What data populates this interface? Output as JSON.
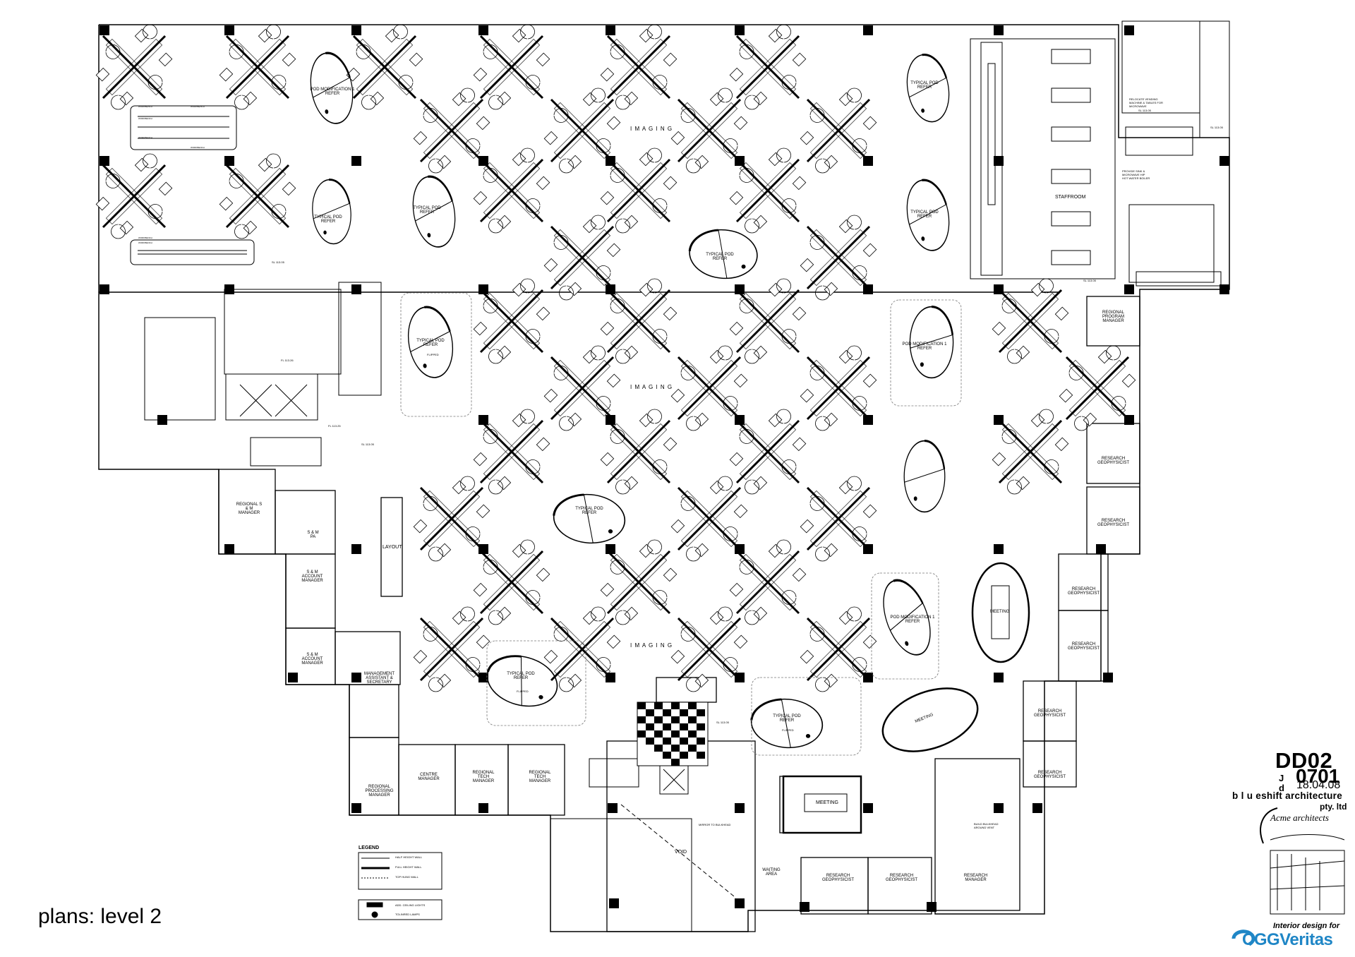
{
  "caption": "plans: level 2",
  "title_block": {
    "drawing_no": "DD02",
    "sheet_no": "0701",
    "j_label": "J",
    "d_label": "d",
    "date": "18.04.08",
    "firm": "b l u eshift architecture",
    "firm_suffix": "pty. ltd",
    "co_firm": "Acme architects",
    "interior_for": "Interior design for",
    "client": "CGGVeritas",
    "client_color": "#1f86c6"
  },
  "zones": {
    "imaging_1": "I M A G I N G",
    "imaging_2": "I M A G I N G",
    "imaging_3": "I M A G I N G",
    "layout": "LAYOUT",
    "staffroom": "STAFFROOM",
    "void": "VOID",
    "waiting_area": "WAITING AREA",
    "meeting_1": "MEETING",
    "meeting_2": "MEETING",
    "meeting_3": "MEETING"
  },
  "pods": {
    "pod_mod_1": "POD MODIFICATION 1 REFER",
    "pod_mod_2": "POD MODIFICATION 1 REFER",
    "pod_mod_3": "POD MODIFICATION 1 REFER",
    "typical_1": "TYPICAL POD REFER",
    "typical_2": "TYPICAL POD REFER",
    "typical_3": "TYPICAL POD REFER",
    "typical_4": "TYPICAL POD REFER",
    "typical_5": "TYPICAL POD REFER",
    "typical_6": "TYPICAL POD REFER",
    "typical_7": "TYPICAL POD REFER",
    "typical_8": "TYPICAL POD REFER",
    "typical_9": "TYPICAL POD REFER",
    "flipped_1": "FLIPPED",
    "flipped_2": "FLIPPED",
    "flipped_3": "FLIPPED"
  },
  "offices": {
    "regional_sm_manager": "REGIONAL S & M MANAGER",
    "sm_pa": "S & M PA",
    "sm_account_manager_1": "S & M ACCOUNT MANAGER",
    "sm_account_manager_2": "S & M ACCOUNT MANAGER",
    "management_assistant": "MANAGEMENT ASSISTANT & SECRETARY",
    "regional_processing_manager": "REGIONAL PROCESSING MANAGER",
    "centre_manager": "CENTRE MANAGER",
    "regional_tech_manager_1": "REGIONAL TECH MANAGER",
    "regional_tech_manager_2": "REGIONAL TECH MANAGER",
    "regional_program_manager": "REGIONAL PROGRAM MANAGER",
    "research_geophysicist_1": "RESEARCH GEOPHYSICIST",
    "research_geophysicist_2": "RESEARCH GEOPHYSICIST",
    "research_geophysicist_3": "RESEARCH GEOPHYSICIST",
    "research_geophysicist_4": "RESEARCH GEOPHYSICIST",
    "research_geophysicist_5": "RESEARCH GEOPHYSICIST",
    "research_geophysicist_6": "RESEARCH GEOPHYSICIST",
    "research_geophysicist_7": "RESEARCH GEOPHYSICIST",
    "research_geophysicist_8": "RESEARCH GEOPHYSICIST",
    "research_manager": "RESEARCH MANAGER"
  },
  "notes": {
    "workbench_1": "WORKBENCH",
    "workbench_2": "WORKBENCH",
    "workbench_3": "WORKBENCH",
    "workbench_4": "WORKBENCH",
    "workbench_5": "WORKBENCH",
    "workbench_6": "WORKBENCH",
    "workbench_7": "WORKBENCH",
    "relocate_vending": "RELOCATE VENDING MACHINE & TABLES FOR MICROWAVE",
    "provide_sink": "PROVIDE SINK & MICROWAVE HIP HOT WATER BOILER",
    "mirror_bulkhead": "MIRROR TO BULKHEAD",
    "build_bulkhead": "BUILD BULKHEAD AROUND VENT",
    "sl_1": "SL 113.05",
    "sl_2": "FL 113.26",
    "sl_3": "FL 113.25",
    "sl_4": "SL 113.05",
    "sl_5": "SL 113.05",
    "sl_6": "SL 113.05",
    "sl_7": "SL 113.05",
    "sl_8": "SL 113.05"
  },
  "legend": {
    "title": "LEGEND",
    "half_height": "HALF HEIGHT WALL",
    "full_height": "FULL HEIGHT WALL",
    "top_hung": "TOP HUNG WALL",
    "ceiling_lights": "ADD. CEILING LIGHTS",
    "toilinred_lamps": "TOLINRED LAMPS"
  }
}
